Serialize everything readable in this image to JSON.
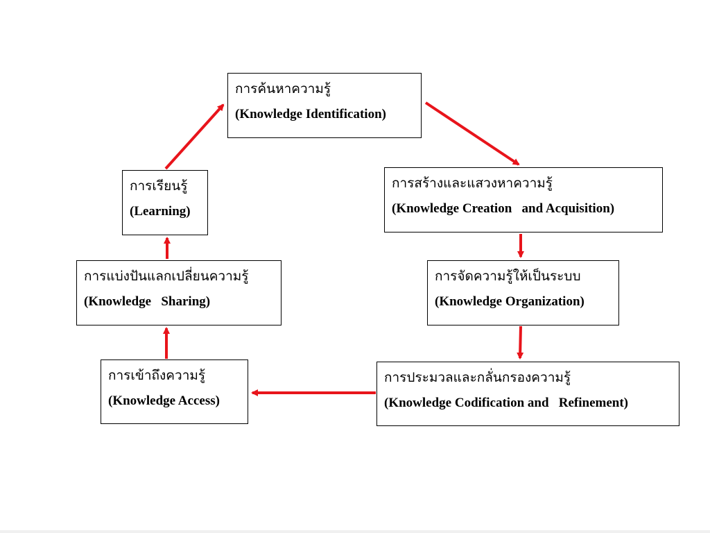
{
  "nodes": {
    "identification": {
      "th": "การค้นหาความรู้",
      "en": "(Knowledge Identification)"
    },
    "creation": {
      "th": "การสร้างและแสวงหาความรู้",
      "en": "(Knowledge Creation   and Acquisition)"
    },
    "organization": {
      "th": "การจัดความรู้ให้เป็นระบบ",
      "en": "(Knowledge Organization)"
    },
    "codification": {
      "th": "การประมวลและกลั่นกรองความรู้",
      "en": "(Knowledge Codification and   Refinement)"
    },
    "access": {
      "th": "การเข้าถึงความรู้",
      "en": "(Knowledge Access)"
    },
    "sharing": {
      "th": "การแบ่งปันแลกเปลี่ยนความรู้",
      "en": "(Knowledge   Sharing)"
    },
    "learning": {
      "th": "การเรียนรู้",
      "en": "(Learning)"
    }
  },
  "colors": {
    "arrow": "#e8141b",
    "border": "#000000",
    "text": "#000000"
  }
}
